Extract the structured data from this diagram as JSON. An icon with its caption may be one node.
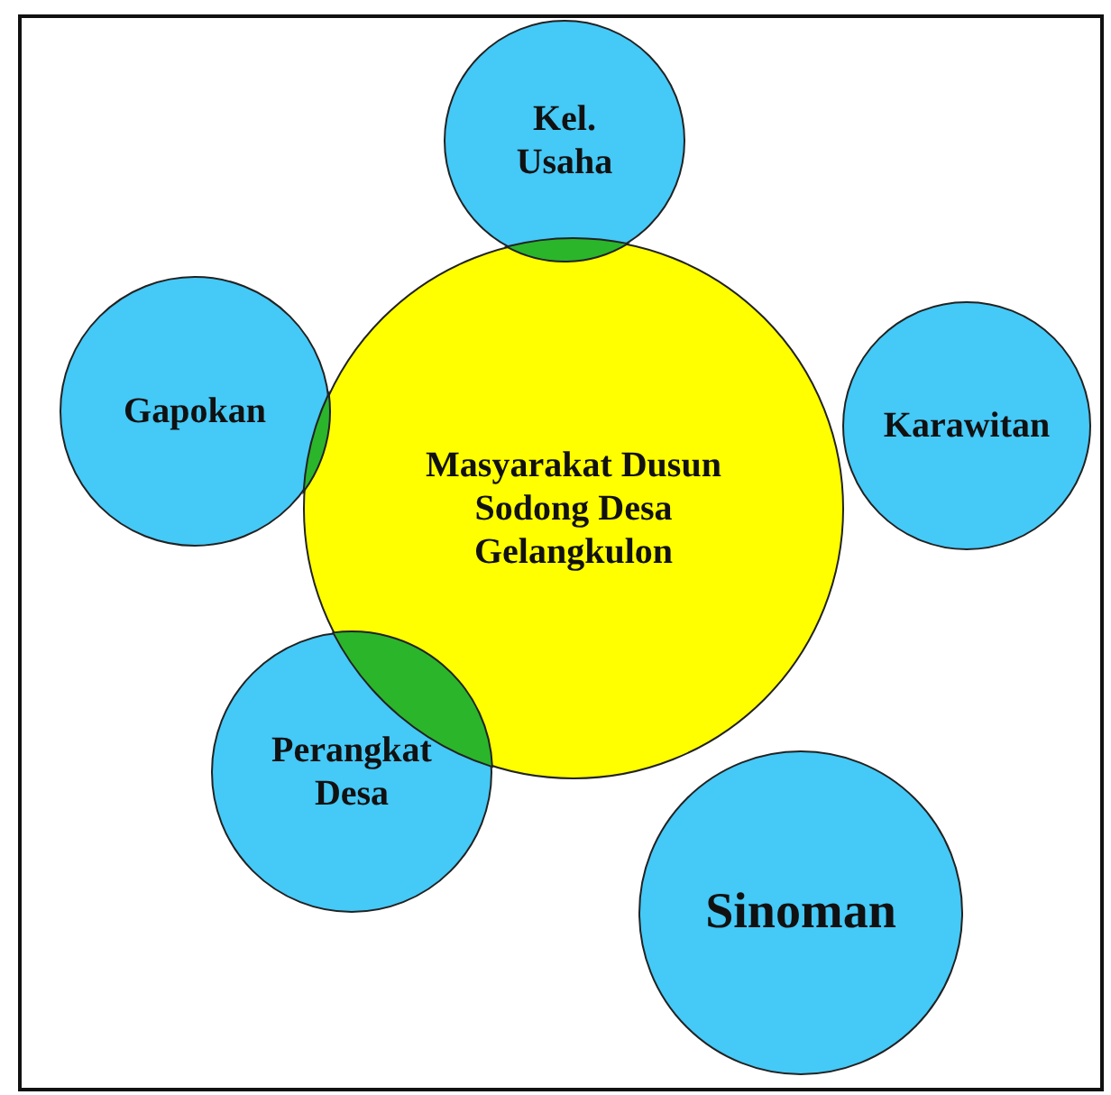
{
  "diagram": {
    "nodes": [
      {
        "text": [
          "Kel. Usaha"
        ]
      },
      {
        "text": [
          "Gapokan"
        ]
      },
      {
        "text": [
          "Masyarakat Dusun Sodong Desa Gelangkulon"
        ]
      },
      {
        "text": [
          "Karawitan"
        ]
      },
      {
        "text": [
          "Perangkat Desa"
        ]
      },
      {
        "text": [
          "Sinoman"
        ]
      }
    ]
  }
}
